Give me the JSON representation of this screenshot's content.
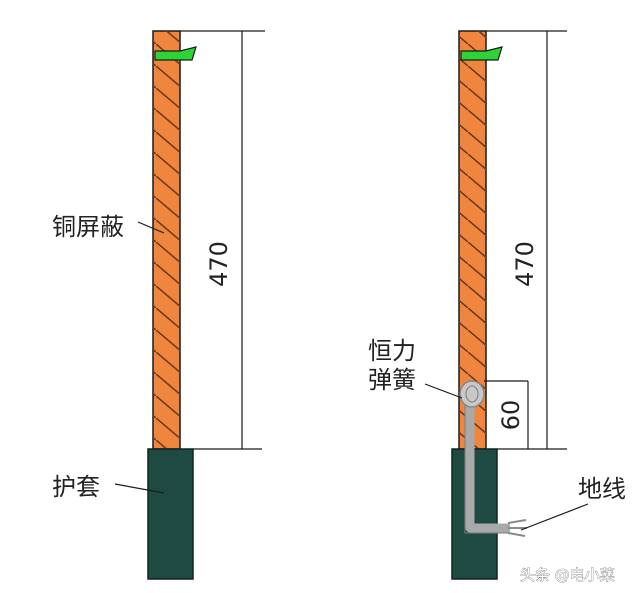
{
  "labels": {
    "shield": "铜屏蔽",
    "sheath": "护套",
    "spring_line1": "恒力",
    "spring_line2": "弹簧",
    "ground": "地线"
  },
  "dimensions": {
    "left_length": "470",
    "right_length": "470",
    "spring_offset": "60"
  },
  "watermark": {
    "text": "头条 @电小菜"
  },
  "colors": {
    "copper": "#f0863e",
    "sheath": "#1f4a44",
    "marker": "#2cd437",
    "ground_wire": "#a9a9a9",
    "line": "#1a1a1a"
  }
}
